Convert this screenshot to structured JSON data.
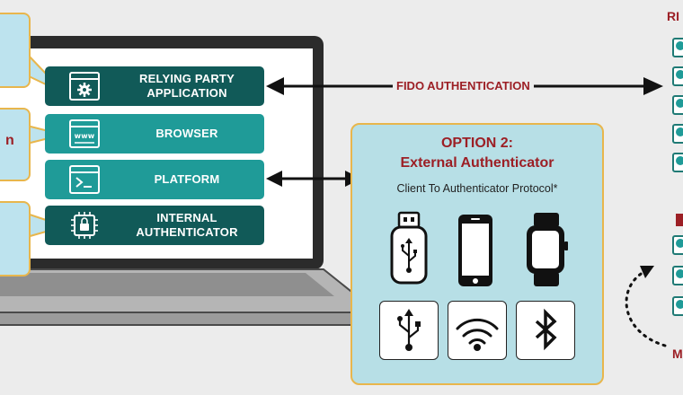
{
  "stack": {
    "relying_party_line1": "RELYING PARTY",
    "relying_party_line2": "APPLICATION",
    "browser": "BROWSER",
    "platform": "PLATFORM",
    "internal_line1": "INTERNAL",
    "internal_line2": "AUTHENTICATOR"
  },
  "fido_label": "FIDO AUTHENTICATION",
  "option2": {
    "title_line1": "OPTION 2:",
    "title_line2": "External Authenticator",
    "subtitle": "Client To Authenticator Protocol*"
  },
  "left_callout_fragments": {
    "middle": "n"
  },
  "right_fragments": {
    "top_heading": "RI",
    "bottom_letter": "M"
  },
  "colors": {
    "dark_teal": "#115a58",
    "teal": "#1f9b98",
    "callout_fill": "#bde3ee",
    "callout_border": "#e8b64c",
    "accent_red": "#9c1f25"
  },
  "icons": {
    "relying_party": "settings-window-icon",
    "browser": "browser-window-icon",
    "platform": "terminal-window-icon",
    "internal": "chip-lock-icon",
    "devices": [
      "usb-key-icon",
      "smartphone-icon",
      "smartwatch-icon"
    ],
    "protocols": [
      "usb-icon",
      "nfc-icon",
      "bluetooth-icon"
    ]
  }
}
